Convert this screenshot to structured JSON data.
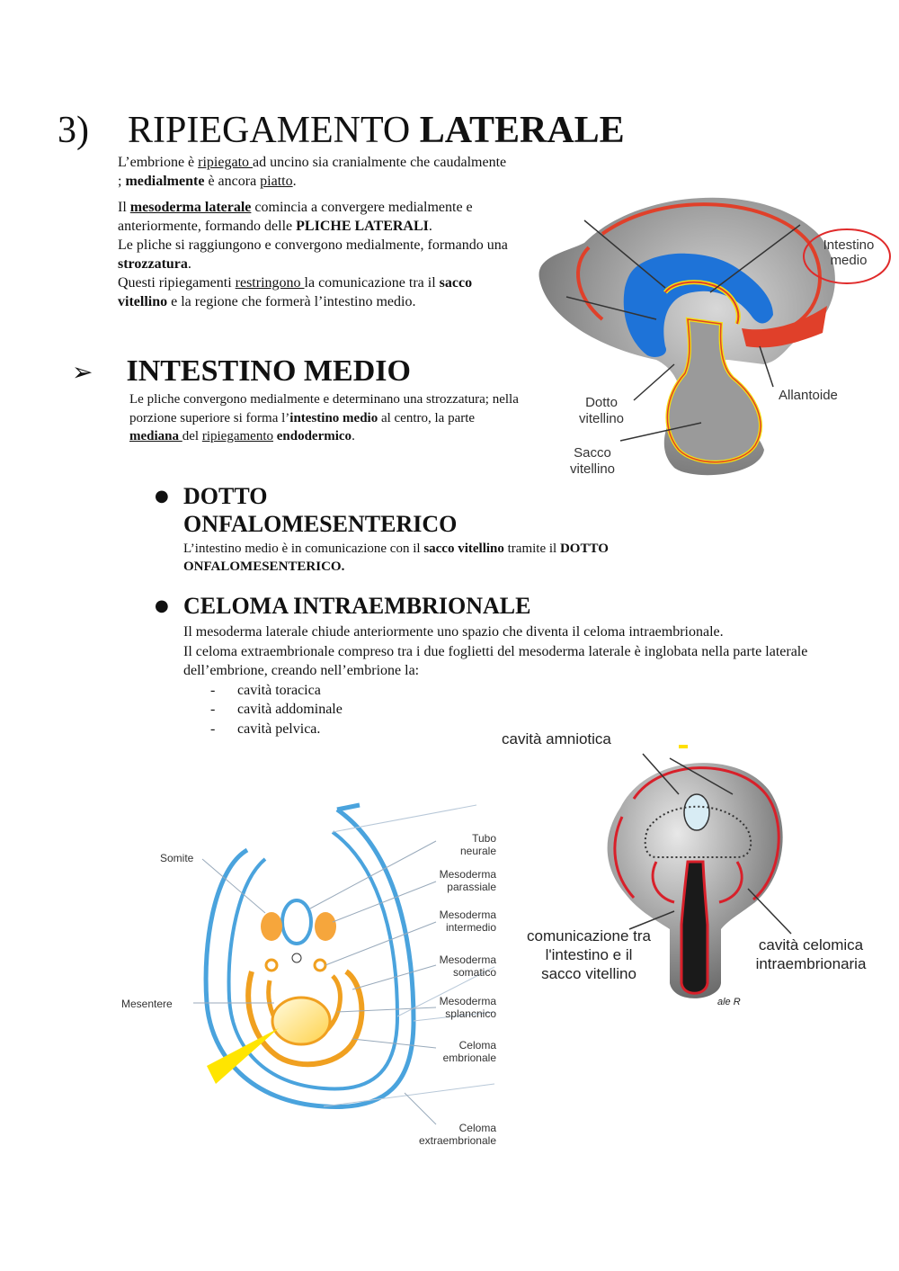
{
  "section": {
    "number": "3)",
    "title_normal": "RIPIEGAMENTO",
    "title_bold": "LATERALE"
  },
  "intro": {
    "p1": {
      "a": "L’embrione è ",
      "b": "ripiegato ",
      "c": "ad uncino sia cranialmente che caudalmente ; ",
      "d": "medialmente",
      "e": " è ancora ",
      "f": "piatto",
      "g": "."
    },
    "p2": {
      "a": "Il ",
      "b": "mesoderma laterale",
      "c": " comincia a convergere medialmente e anteriormente, formando delle ",
      "d": "PLICHE LATERALI",
      "e": "."
    },
    "p3": {
      "a": "Le pliche si raggiungono e convergono medialmente, formando una ",
      "b": "strozzatura",
      "c": "."
    },
    "p4": {
      "a": "Questi ripiegamenti ",
      "b": "restringono ",
      "c": "la comunicazione tra il ",
      "d": "sacco vitellino",
      "e": " e la regione che formerà l’intestino medio."
    }
  },
  "intestino": {
    "bullet": "➢",
    "heading": "INTESTINO MEDIO",
    "p": {
      "a": "Le pliche convergono medialmente e determinano una strozzatura; nella porzione superiore si forma l’",
      "b": "intestino medio",
      "c": " al centro, la parte ",
      "d": "mediana ",
      "e": "del ",
      "f": "ripiegamento",
      "g": " ",
      "h": "endodermico",
      "i": "."
    }
  },
  "dotto": {
    "bullet": "●",
    "heading_line1": "DOTTO",
    "heading_line2": "ONFALOMESENTERICO",
    "p": {
      "a": "L’intestino medio è in comunicazione con il ",
      "b": "sacco vitellino",
      "c": " tramite il ",
      "d": "DOTTO ONFALOMESENTERICO."
    }
  },
  "celoma": {
    "bullet": "●",
    "heading": "CELOMA INTRAEMBRIONALE",
    "p1": "Il mesoderma laterale chiude anteriormente uno spazio che diventa il celoma intraembrionale.",
    "p2": "Il celoma extraembrionale compreso tra i due foglietti del mesoderma laterale è inglobata nella parte laterale dell’embrione, creando nell’embrione la:",
    "list": [
      {
        "dash": "-",
        "text": "cavità toracica"
      },
      {
        "dash": "-",
        "text": "cavità addominale"
      },
      {
        "dash": "-",
        "text": "cavità pelvica."
      }
    ]
  },
  "figure1": {
    "labels": {
      "intestino_medio": "Intestino\nmedio",
      "allantoide": "Allantoide",
      "dotto_vitellino": "Dotto\nvitellino",
      "sacco_vitellino": "Sacco\nvitellino"
    },
    "colors": {
      "blue": "#1e73d8",
      "red": "#e0402a",
      "yellow": "#f4e010",
      "gray": "#8c8c8c"
    }
  },
  "figure2": {
    "labels": {
      "somite": "Somite",
      "mesentere": "Mesentere",
      "tubo_neurale": "Tubo\nneurale",
      "mesoderma_parassiale": "Mesoderma\nparassiale",
      "mesoderma_intermedio": "Mesoderma\nintermedio",
      "mesoderma_somatico": "Mesoderma\nsomatico",
      "mesoderma_splancnico": "Mesoderma\nsplancnico",
      "celoma_embrionale": "Celoma\nembrionale",
      "celoma_extraembrionale": "Celoma\nextraembrionale"
    },
    "colors": {
      "orange": "#f0a020",
      "blue": "#4aa3dd",
      "yellow": "#ffd84a"
    }
  },
  "figure3": {
    "labels": {
      "cavita_amniotica": "cavità amniotica",
      "comunicazione": "comunicazione tra\nl'intestino e il\nsacco vitellino",
      "cavita_celomica": "cavità celomica\nintraembrionaria",
      "signature": "ale R"
    },
    "colors": {
      "red": "#d8202a",
      "dark": "#2a2a2a"
    }
  }
}
